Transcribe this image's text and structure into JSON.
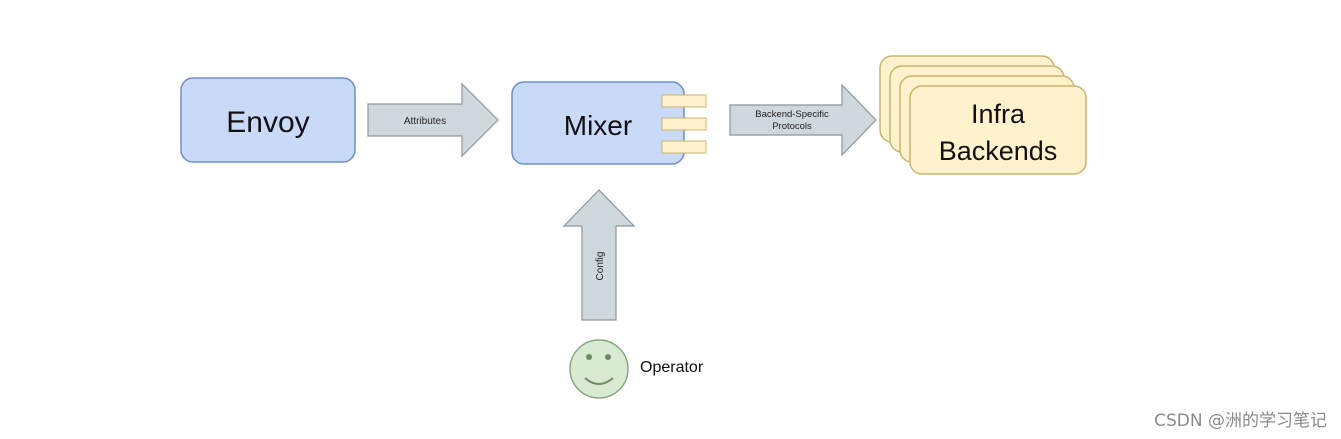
{
  "nodes": {
    "envoy": {
      "label": "Envoy",
      "color": "#c9daf8",
      "border": "#6d8fc9"
    },
    "mixer": {
      "label": "Mixer",
      "color": "#c9daf8",
      "border": "#6d8fc9"
    },
    "infra": {
      "label_line1": "Infra",
      "label_line2": "Backends",
      "color": "#fff2cc",
      "border": "#c9b56a"
    },
    "operator": {
      "label": "Operator",
      "color": "#d9ead3",
      "border": "#8aa67f"
    }
  },
  "edges": {
    "attributes": {
      "label": "Attributes"
    },
    "protocols": {
      "label_line1": "Backend-Specific",
      "label_line2": "Protocols"
    },
    "config": {
      "label": "Config"
    }
  },
  "arrow_color": "#cfd8dc",
  "arrow_border": "#8a969c",
  "watermark": "CSDN @洲的学习笔记"
}
